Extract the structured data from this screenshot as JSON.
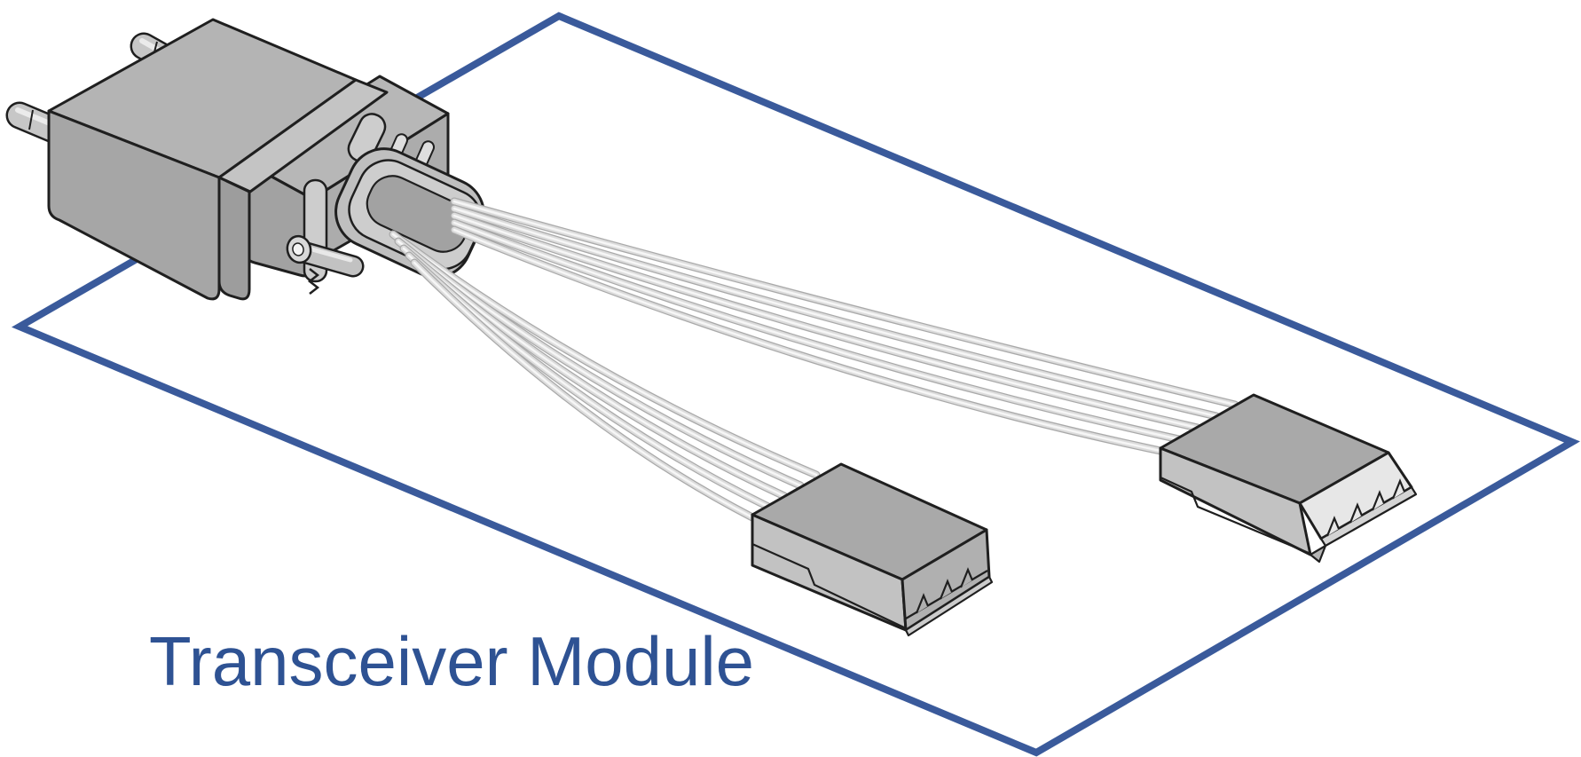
{
  "diagram": {
    "label": "Transceiver Module",
    "colors": {
      "outline_blue": "#3A5A9B",
      "label_blue": "#2E5293",
      "edge_dark": "#1F1F1F",
      "background": "#FFFFFF",
      "body_top_gray": "#B4B4B4",
      "body_front_gray": "#A6A6A6",
      "collar_gray": "#C4C4C4",
      "clip_gray": "#CDCDCD",
      "boot_gray": "#BFBFBF",
      "module_top_gray": "#A9A9A9",
      "module_band_gray": "#C2C2C2",
      "bevel_light_gray": "#E7E7E7",
      "fiber_light": "#DCDCDC",
      "fiber_shadow": "#A9A9A9",
      "fiber_core": "#F6F6F6",
      "pin_gray": "#C7C7C7"
    },
    "parts": {
      "board_outline": "board-outline",
      "connector": "fiber-connector",
      "guide_pins": "guide-pins",
      "ribbon_upper": "fiber-ribbon-upper",
      "ribbon_lower": "fiber-ribbon-lower",
      "module_bottom": "optical-subassembly-bottom",
      "module_right": "optical-subassembly-right"
    }
  }
}
